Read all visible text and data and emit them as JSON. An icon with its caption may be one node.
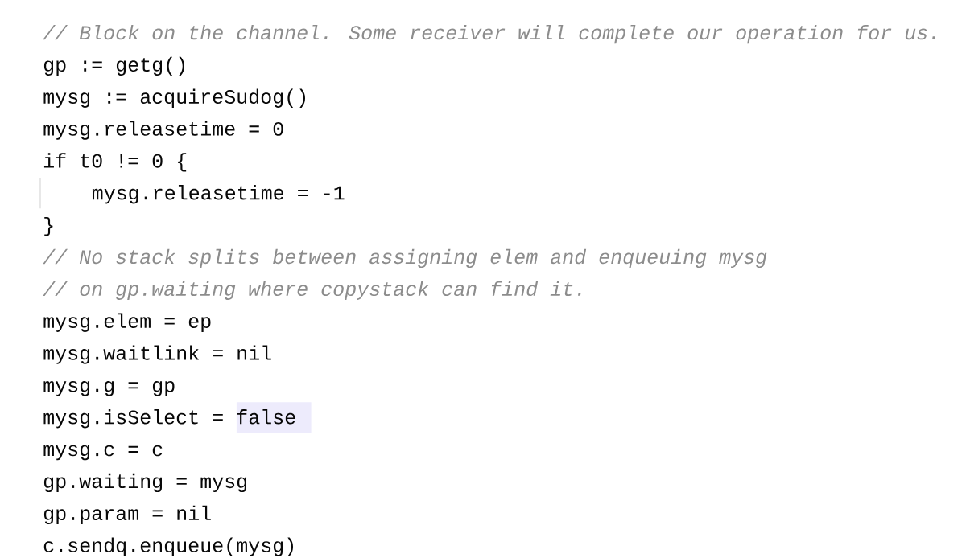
{
  "diagram": {
    "labels": [
      "// Block on the channel. Some receiver will complete our operation for us.",
      "gp := getg()",
      "mysg := acquireSudog()",
      "mysg.releasetime = 0",
      "if t0 != 0 {",
      "mysg.releasetime = -1",
      "}",
      "// No stack splits between assigning elem and enqueuing mysg",
      "// on gp.waiting where copystack can find it.",
      "mysg.elem = ep",
      "mysg.waitlink = nil",
      "mysg.g = gp",
      "mysg.isSelect = false",
      "mysg.c = c",
      "gp.waiting = mysg",
      "gp.param = nil",
      "c.sendq.enqueue(mysg)"
    ]
  }
}
